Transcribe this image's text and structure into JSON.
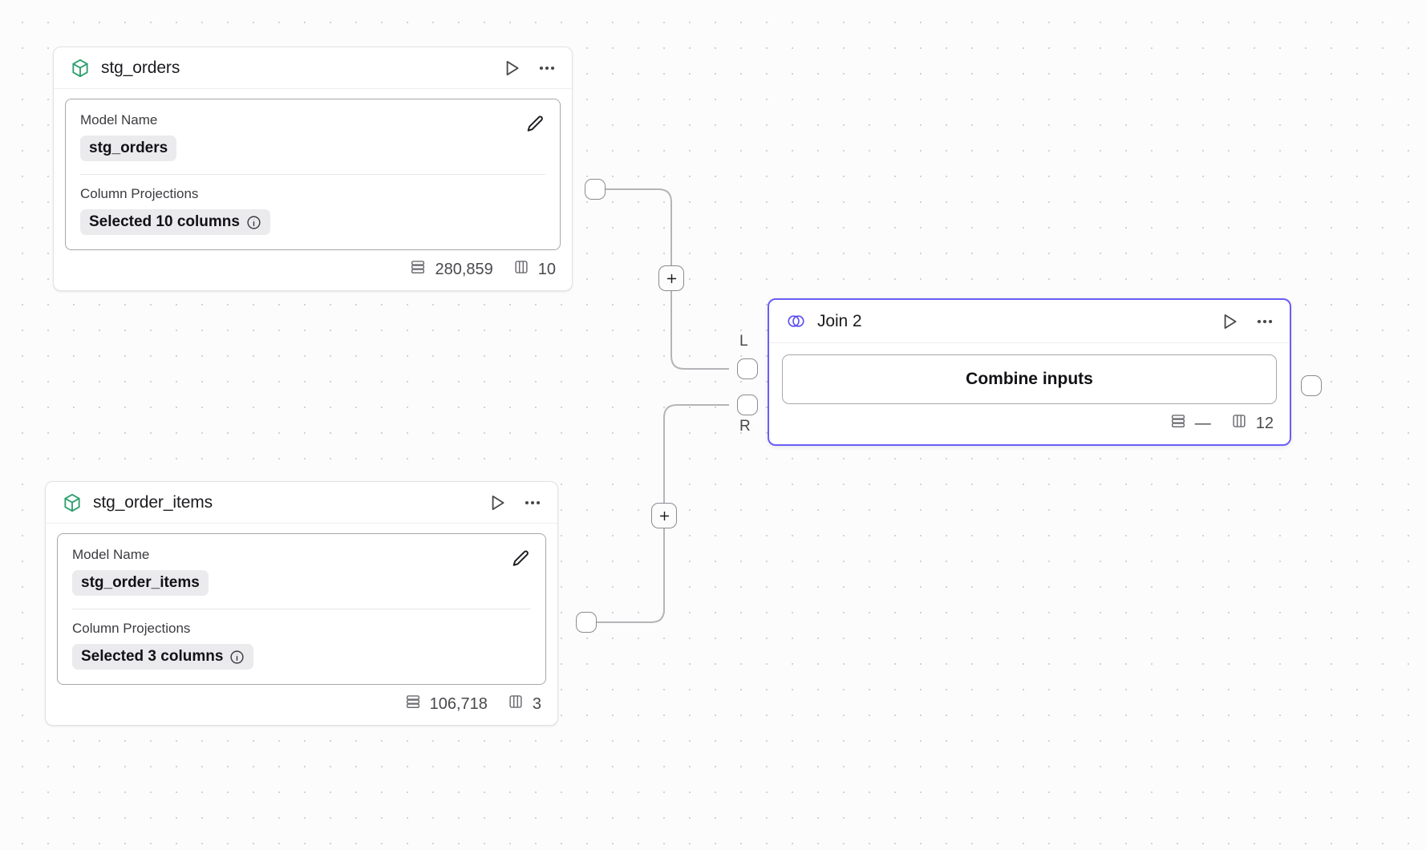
{
  "canvas": {
    "background": "#fcfcfc",
    "grid_dot_color": "#d4d2d6",
    "accent_color": "#6b5df5",
    "model_icon_color": "#2f9e6e"
  },
  "nodes": [
    {
      "id": "stg_orders",
      "title": "stg_orders",
      "icon": "cube-icon",
      "type": "model",
      "fields": {
        "model_name_label": "Model Name",
        "model_name_value": "stg_orders",
        "column_projections_label": "Column Projections",
        "column_projections_value": "Selected 10 columns"
      },
      "stats": {
        "rows": "280,859",
        "columns": "10"
      }
    },
    {
      "id": "stg_order_items",
      "title": "stg_order_items",
      "icon": "cube-icon",
      "type": "model",
      "fields": {
        "model_name_label": "Model Name",
        "model_name_value": "stg_order_items",
        "column_projections_label": "Column Projections",
        "column_projections_value": "Selected 3 columns"
      },
      "stats": {
        "rows": "106,718",
        "columns": "3"
      }
    },
    {
      "id": "join_2",
      "title": "Join 2",
      "icon": "join-circles-icon",
      "type": "join",
      "selected": true,
      "button_label": "Combine inputs",
      "input_ports": [
        "L",
        "R"
      ],
      "stats": {
        "rows": "—",
        "columns": "12"
      }
    }
  ],
  "wire_controls": {
    "add_label": "+"
  }
}
